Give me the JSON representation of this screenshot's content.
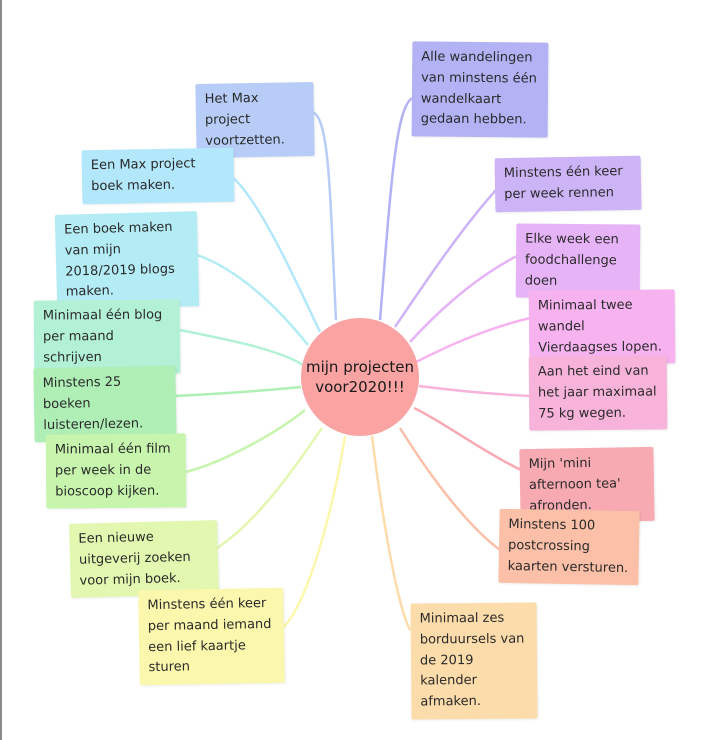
{
  "center": {
    "label": "mijn projecten\nvoor2020!!!",
    "color": "#f9a3a3"
  },
  "left_items": [
    {
      "text": "Het Max project voortzetten.",
      "color": "#b7cdf7"
    },
    {
      "text": "Een Max project boek maken.",
      "color": "#b3e7fb"
    },
    {
      "text": "Een boek maken van mijn 2018/2019 blogs maken.",
      "color": "#b4ecf5"
    },
    {
      "text": "Minimaal één blog per maand schrijven",
      "color": "#b3f1d6"
    },
    {
      "text": "Minstens 25 boeken luisteren/lezen.",
      "color": "#afefb6"
    },
    {
      "text": "Minimaal één film per week in de bioscoop kijken.",
      "color": "#c7f5ae"
    },
    {
      "text": "Een nieuwe uitgeverij zoeken voor mijn boek.",
      "color": "#e2f7b0"
    },
    {
      "text": "Minstens één keer per maand iemand een lief kaartje sturen",
      "color": "#fbf8ad"
    }
  ],
  "right_items": [
    {
      "text": "Alle wandelingen van minstens één wandelkaart gedaan hebben.",
      "color": "#b2b2f4"
    },
    {
      "text": "Minstens één keer per week rennen",
      "color": "#cdb4f7"
    },
    {
      "text": "Elke week een foodchallenge doen",
      "color": "#e7b3f7"
    },
    {
      "text": "Minimaal twee wandel Vierdaagses lopen.",
      "color": "#f7b3f0"
    },
    {
      "text": "Aan het eind van het jaar maximaal 75 kg wegen.",
      "color": "#f7b3da"
    },
    {
      "text": "Mijn 'mini afternoon tea' afronden.",
      "color": "#f8aab3"
    },
    {
      "text": "Minstens 100 postcrossing kaarten versturen.",
      "color": "#fbc0a7"
    },
    {
      "text": "Minimaal zes borduursels van de 2019 kalender afmaken.",
      "color": "#fcdcaa"
    }
  ]
}
